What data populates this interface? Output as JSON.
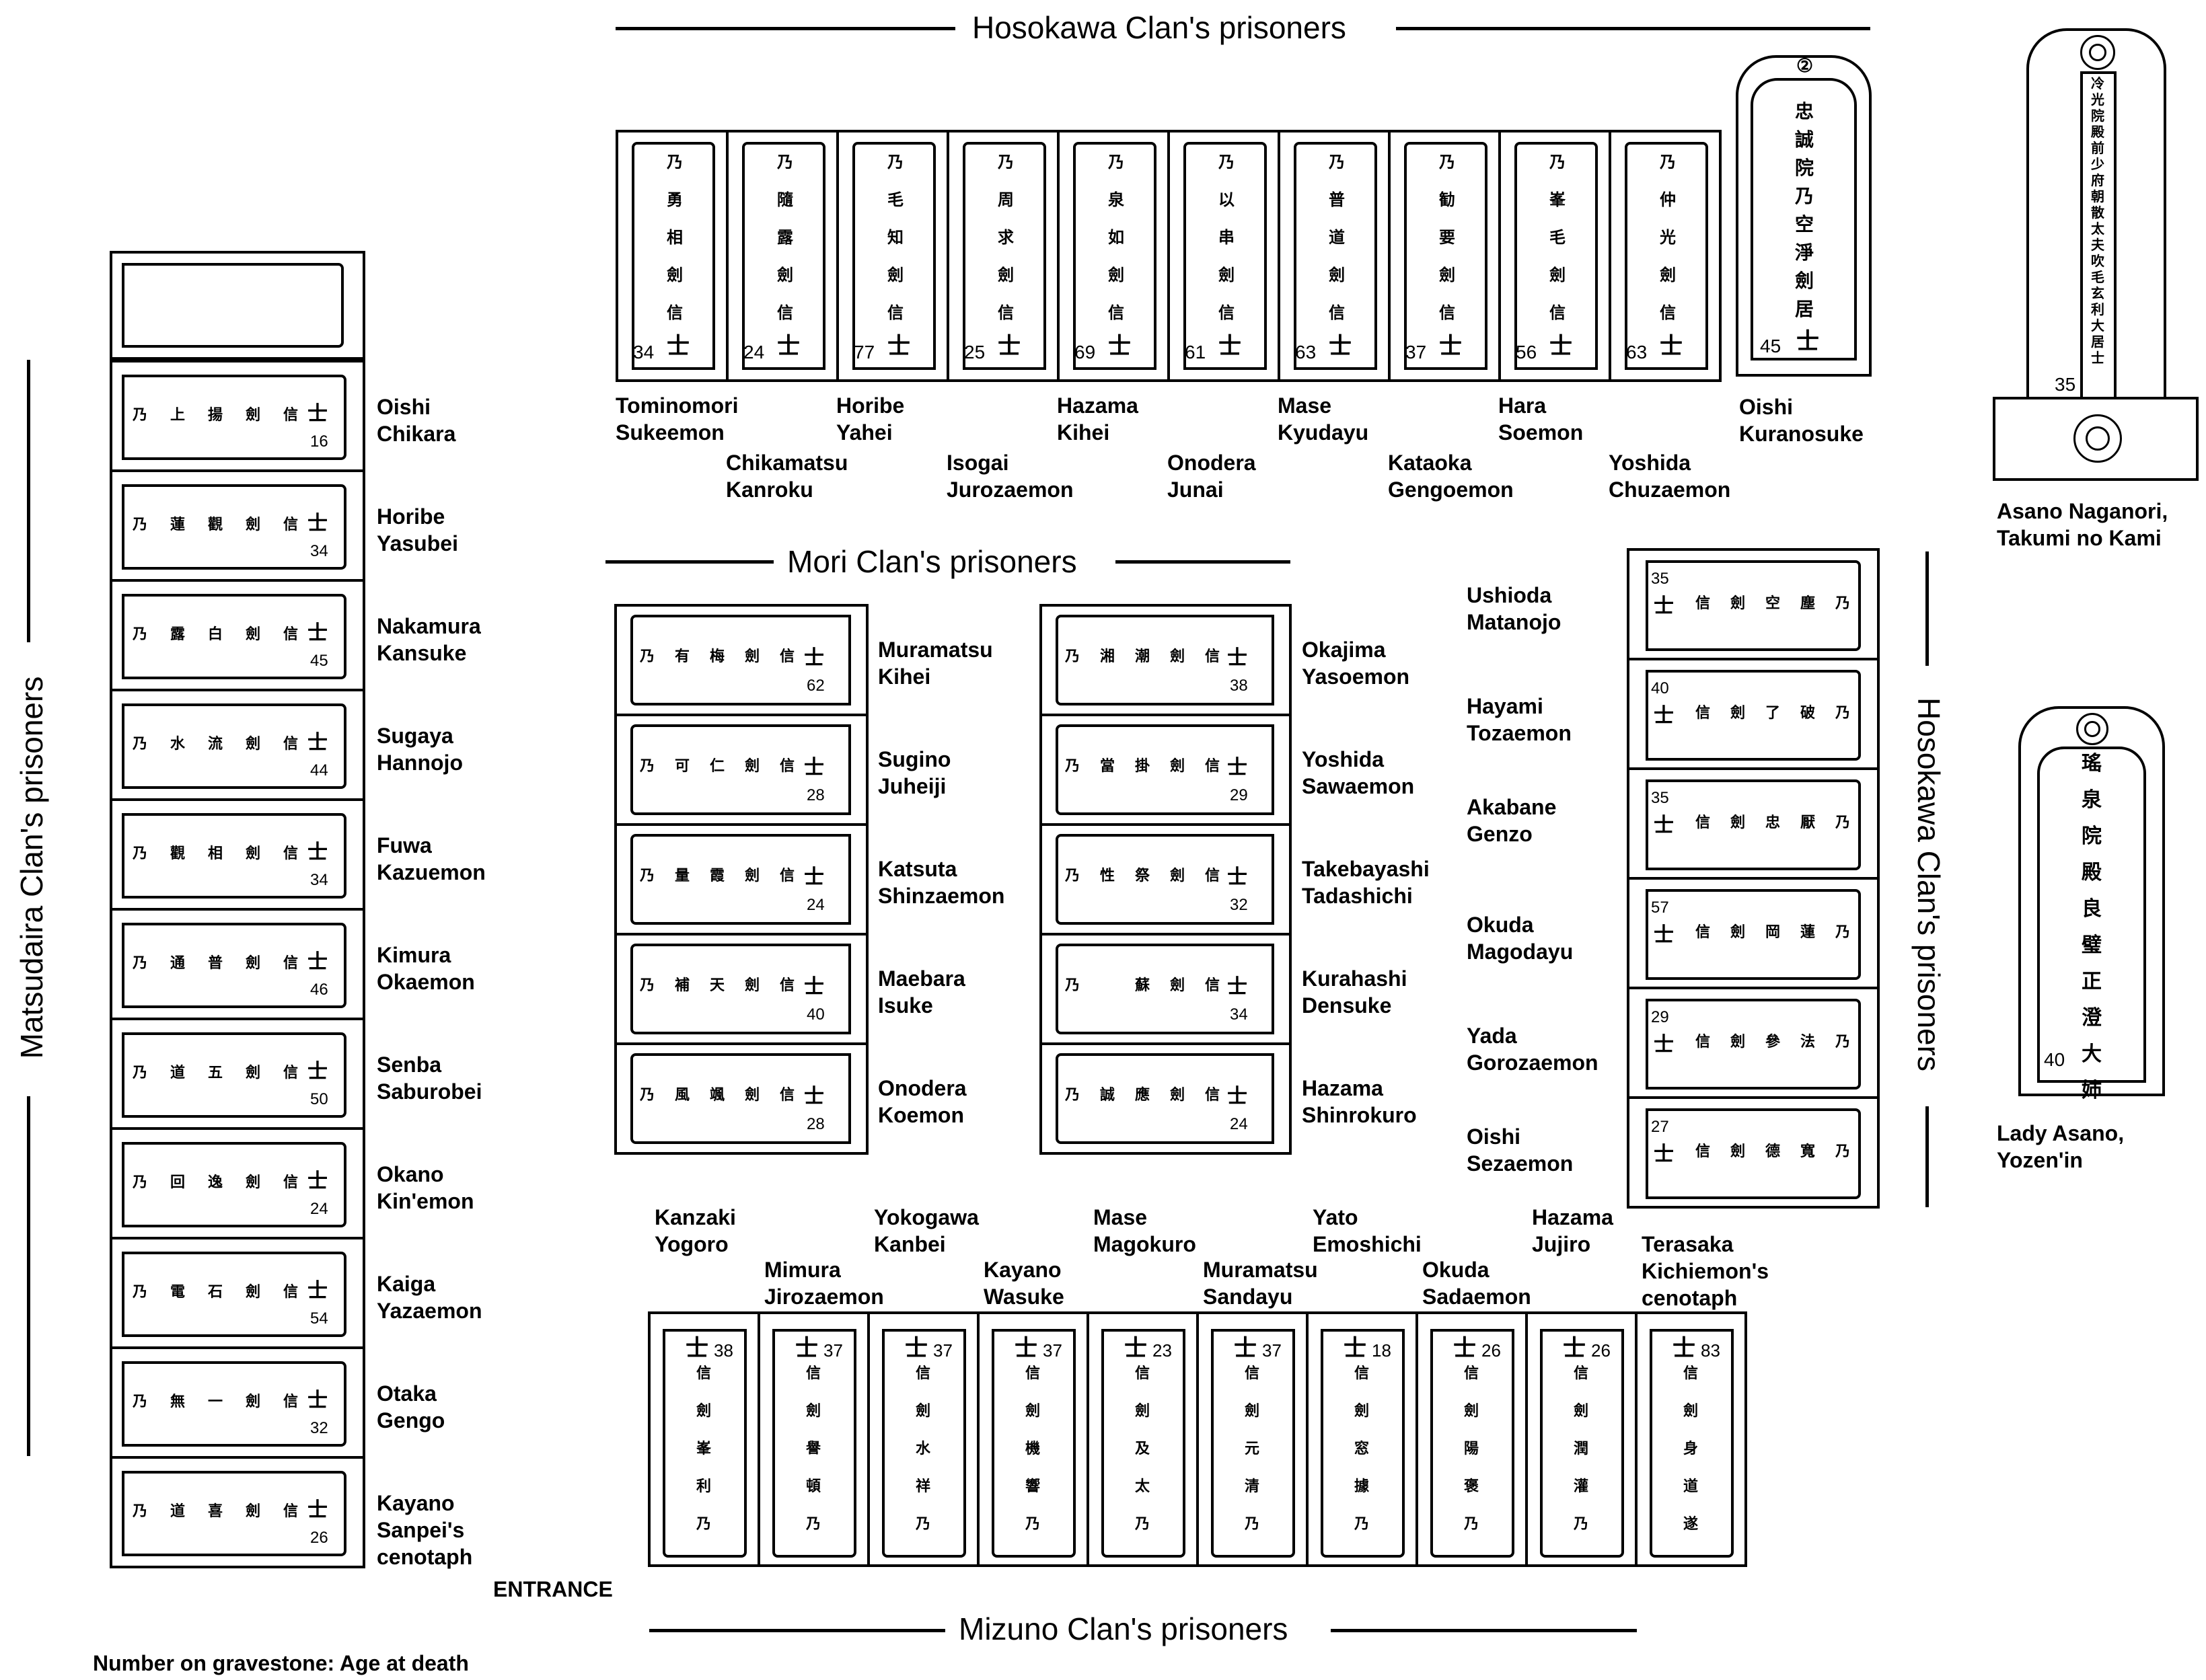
{
  "sections": {
    "hosokawa_top": "Hosokawa Clan's prisoners",
    "hosokawa_right": "Hosokawa Clan's prisoners",
    "mori": "Mori Clan's prisoners",
    "matsudaira": "Matsudaira Clan's prisoners",
    "mizuno": "Mizuno Clan's prisoners"
  },
  "labels": {
    "entrance": "ENTRANCE",
    "legend": "Number on gravestone: Age at death"
  },
  "glyph_shi": "士",
  "top_row": [
    {
      "name": "Tominomori\nSukeemon",
      "age": "34",
      "chars": "乃勇相劍信"
    },
    {
      "name": "Chikamatsu\nKanroku",
      "age": "24",
      "chars": "乃隨露劍信"
    },
    {
      "name": "Horibe\nYahei",
      "age": "77",
      "chars": "乃毛知劍信"
    },
    {
      "name": "Isogai\nJurozaemon",
      "age": "25",
      "chars": "乃周求劍信"
    },
    {
      "name": "Hazama\nKihei",
      "age": "69",
      "chars": "乃泉如劍信"
    },
    {
      "name": "Onodera\nJunai",
      "age": "61",
      "chars": "乃以串劍信"
    },
    {
      "name": "Mase\nKyudayu",
      "age": "63",
      "chars": "乃普道劍信"
    },
    {
      "name": "Kataoka\nGengoemon",
      "age": "37",
      "chars": "乃勧要劍信"
    },
    {
      "name": "Hara\nSoemon",
      "age": "56",
      "chars": "乃峯毛劍信"
    },
    {
      "name": "Yoshida\nChuzaemon",
      "age": "63",
      "chars": "乃仲光劍信"
    }
  ],
  "oishi_kuranosuke": {
    "name": "Oishi\nKuranosuke",
    "age": "45",
    "chars": "忠誠院乃空淨劍居",
    "mark": "②"
  },
  "asano_naganori": {
    "name": "Asano Naganori,\nTakumi no Kami",
    "age": "35",
    "chars": "冷光院殿前少府朝散太夫吹毛玄利大居士"
  },
  "lady_asano": {
    "name": "Lady Asano,\nYozen'in",
    "age": "40",
    "chars": "瑤泉院殿良璧正澄大姉"
  },
  "matsudaira": [
    {
      "name": "Oishi\nChikara",
      "age": "16",
      "chars": "乃上揚劍信"
    },
    {
      "name": "Horibe\nYasubei",
      "age": "34",
      "chars": "乃蓮觀劍信"
    },
    {
      "name": "Nakamura\nKansuke",
      "age": "45",
      "chars": "乃露白劍信"
    },
    {
      "name": "Sugaya\nHannojo",
      "age": "44",
      "chars": "乃水流劍信"
    },
    {
      "name": "Fuwa\nKazuemon",
      "age": "34",
      "chars": "乃觀相劍信"
    },
    {
      "name": "Kimura\nOkaemon",
      "age": "46",
      "chars": "乃通普劍信"
    },
    {
      "name": "Senba\nSaburobei",
      "age": "50",
      "chars": "乃道五劍信"
    },
    {
      "name": "Okano\nKin'emon",
      "age": "24",
      "chars": "乃回逸劍信"
    },
    {
      "name": "Kaiga\nYazaemon",
      "age": "54",
      "chars": "乃電石劍信"
    },
    {
      "name": "Otaka\nGengo",
      "age": "32",
      "chars": "乃無一劍信"
    },
    {
      "name": "Kayano\nSanpei's\ncenotaph",
      "age": "26",
      "chars": "乃道喜劍信"
    }
  ],
  "mori_left": [
    {
      "name": "Muramatsu\nKihei",
      "age": "62",
      "chars": "乃有梅劍信"
    },
    {
      "name": "Sugino\nJuheiji",
      "age": "28",
      "chars": "乃可仁劍信"
    },
    {
      "name": "Katsuta\nShinzaemon",
      "age": "24",
      "chars": "乃量霞劍信"
    },
    {
      "name": "Maebara\nIsuke",
      "age": "40",
      "chars": "乃補天劍信"
    },
    {
      "name": "Onodera\nKoemon",
      "age": "28",
      "chars": "乃風颯劍信"
    }
  ],
  "mori_right": [
    {
      "name": "Okajima\nYasoemon",
      "age": "38",
      "chars": "乃湘潮劍信"
    },
    {
      "name": "Yoshida\nSawaemon",
      "age": "29",
      "chars": "乃當掛劍信"
    },
    {
      "name": "Takebayashi\nTadashichi",
      "age": "32",
      "chars": "乃性祭劍信"
    },
    {
      "name": "Kurahashi\nDensuke",
      "age": "34",
      "chars": "乃 蘇劍信"
    },
    {
      "name": "Hazama\nShinrokuro",
      "age": "24",
      "chars": "乃誠應劍信"
    }
  ],
  "hosokawa_right": [
    {
      "name": "Ushioda\nMatanojo",
      "age": "35",
      "chars": "乃塵空劍信"
    },
    {
      "name": "Hayami\nTozaemon",
      "age": "40",
      "chars": "乃破了劍信"
    },
    {
      "name": "Akabane\nGenzo",
      "age": "35",
      "chars": "乃厭忠劍信"
    },
    {
      "name": "Okuda\nMagodayu",
      "age": "57",
      "chars": "乃蓮岡劍信"
    },
    {
      "name": "Yada\nGorozaemon",
      "age": "29",
      "chars": "乃法參劍信"
    },
    {
      "name": "Oishi\nSezaemon",
      "age": "27",
      "chars": "乃寬德劍信"
    }
  ],
  "mizuno": [
    {
      "name": "Kanzaki\nYogoro",
      "age": "38",
      "chars": "乃利峯劍信"
    },
    {
      "name": "Mimura\nJirozaemon",
      "age": "37",
      "chars": "乃頓譽劍信"
    },
    {
      "name": "Yokogawa\nKanbei",
      "age": "37",
      "chars": "乃祥水劍信"
    },
    {
      "name": "Kayano\nWasuke",
      "age": "37",
      "chars": "乃響機劍信"
    },
    {
      "name": "Mase\nMagokuro",
      "age": "23",
      "chars": "乃太及劍信"
    },
    {
      "name": "Muramatsu\nSandayu",
      "age": "37",
      "chars": "乃清元劍信"
    },
    {
      "name": "Yato\nEmoshichi",
      "age": "18",
      "chars": "乃據窓劍信"
    },
    {
      "name": "Okuda\nSadaemon",
      "age": "26",
      "chars": "乃褒陽劍信"
    },
    {
      "name": "Hazama\nJujiro",
      "age": "26",
      "chars": "乃灌潤劍信"
    },
    {
      "name": "Terasaka\nKichiemon's\ncenotaph",
      "age": "83",
      "chars": "遂道身劍信"
    }
  ]
}
